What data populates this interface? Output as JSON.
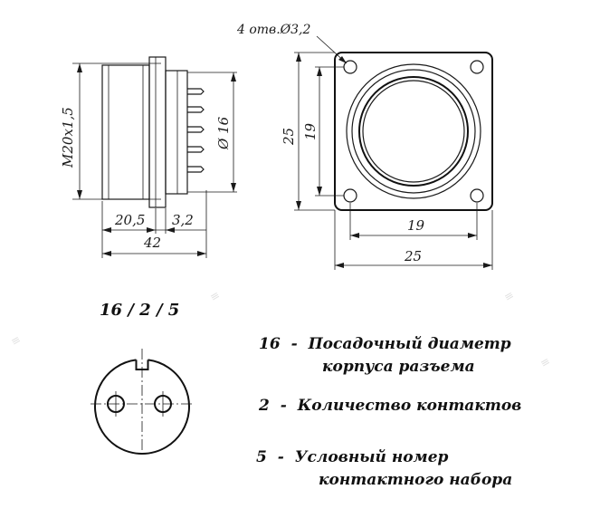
{
  "drawing": {
    "side_view": {
      "thread": "M20x1,5",
      "pin_diameter": "Ø 16",
      "dim_body": "20,5",
      "dim_flange": "3,2",
      "dim_total": "42"
    },
    "front_view": {
      "holes_note": "4 отв.Ø3,2",
      "height_outer": "25",
      "height_inner": "19",
      "width_inner": "19",
      "width_outer": "25"
    },
    "insert_view": {
      "code": "16 / 2 / 5"
    }
  },
  "legend": {
    "items": [
      {
        "number": "16",
        "sep": "-",
        "lines": [
          "Посадочный диаметр",
          "корпуса разъема"
        ]
      },
      {
        "number": "2",
        "sep": "-",
        "lines": [
          "Количество контактов"
        ]
      },
      {
        "number": "5",
        "sep": "-",
        "lines": [
          "Условный номер",
          "контактного набора"
        ]
      }
    ]
  }
}
